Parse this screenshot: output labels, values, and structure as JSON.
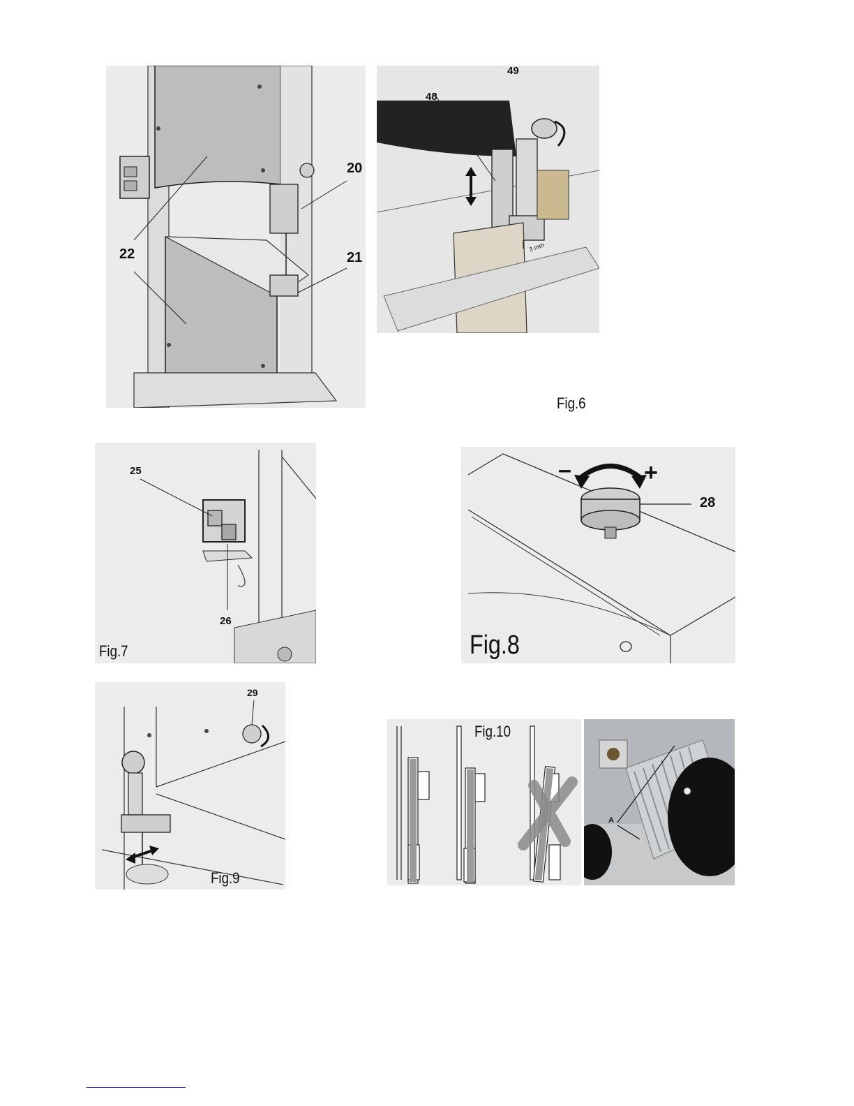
{
  "figure_5": {
    "labels": {
      "l22": "22",
      "l20": "20",
      "l21": "21"
    }
  },
  "figure_6": {
    "caption": "Fig.6",
    "labels": {
      "l48": "48",
      "l49": "49",
      "gap": "3 mm"
    }
  },
  "figure_7": {
    "caption": "Fig.7",
    "labels": {
      "l25": "25",
      "l26": "26"
    }
  },
  "figure_8": {
    "caption": "Fig.8",
    "labels": {
      "l28": "28",
      "minus": "–",
      "plus": "+"
    }
  },
  "figure_9": {
    "caption": "Fig.9",
    "labels": {
      "l29": "29"
    }
  },
  "figure_10": {
    "caption": "Fig.10",
    "labels": {
      "a": "A"
    }
  },
  "colors": {
    "panel_bg": "#e9e9e9",
    "line": "#1a1a1a",
    "guard": "#b9b9b9",
    "link": "#2a3bd6"
  },
  "icons": [
    "rotate-arrow-icon",
    "double-arrow-icon",
    "cross-mark-icon"
  ]
}
